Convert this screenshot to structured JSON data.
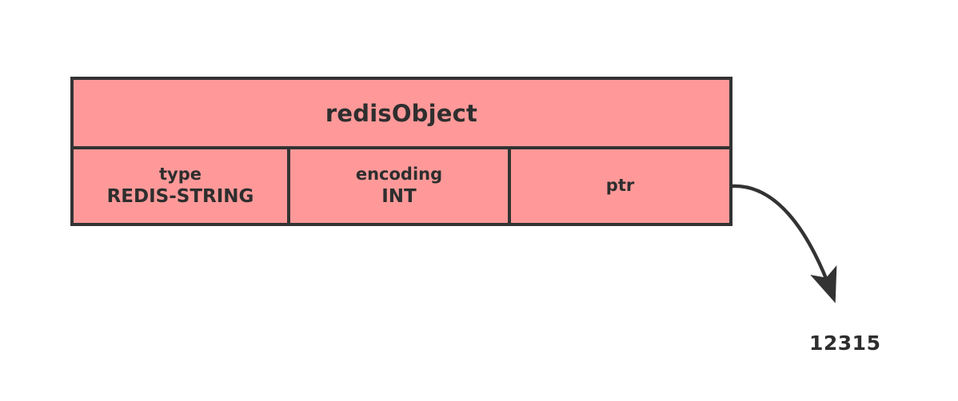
{
  "diagram": {
    "title": "redisObject",
    "background_color": "#ffffff",
    "box_fill_color": "#ff9999",
    "border_color": "#333333",
    "text_color": "#2e2e2e",
    "fields": [
      {
        "name": "type",
        "value": "REDIS-STRING"
      },
      {
        "name": "encoding",
        "value": "INT"
      },
      {
        "name": "ptr",
        "value": ""
      }
    ],
    "pointer": {
      "source_field": "ptr",
      "target_label": "12315",
      "arrow_icon": "curved-arrow-icon"
    }
  }
}
